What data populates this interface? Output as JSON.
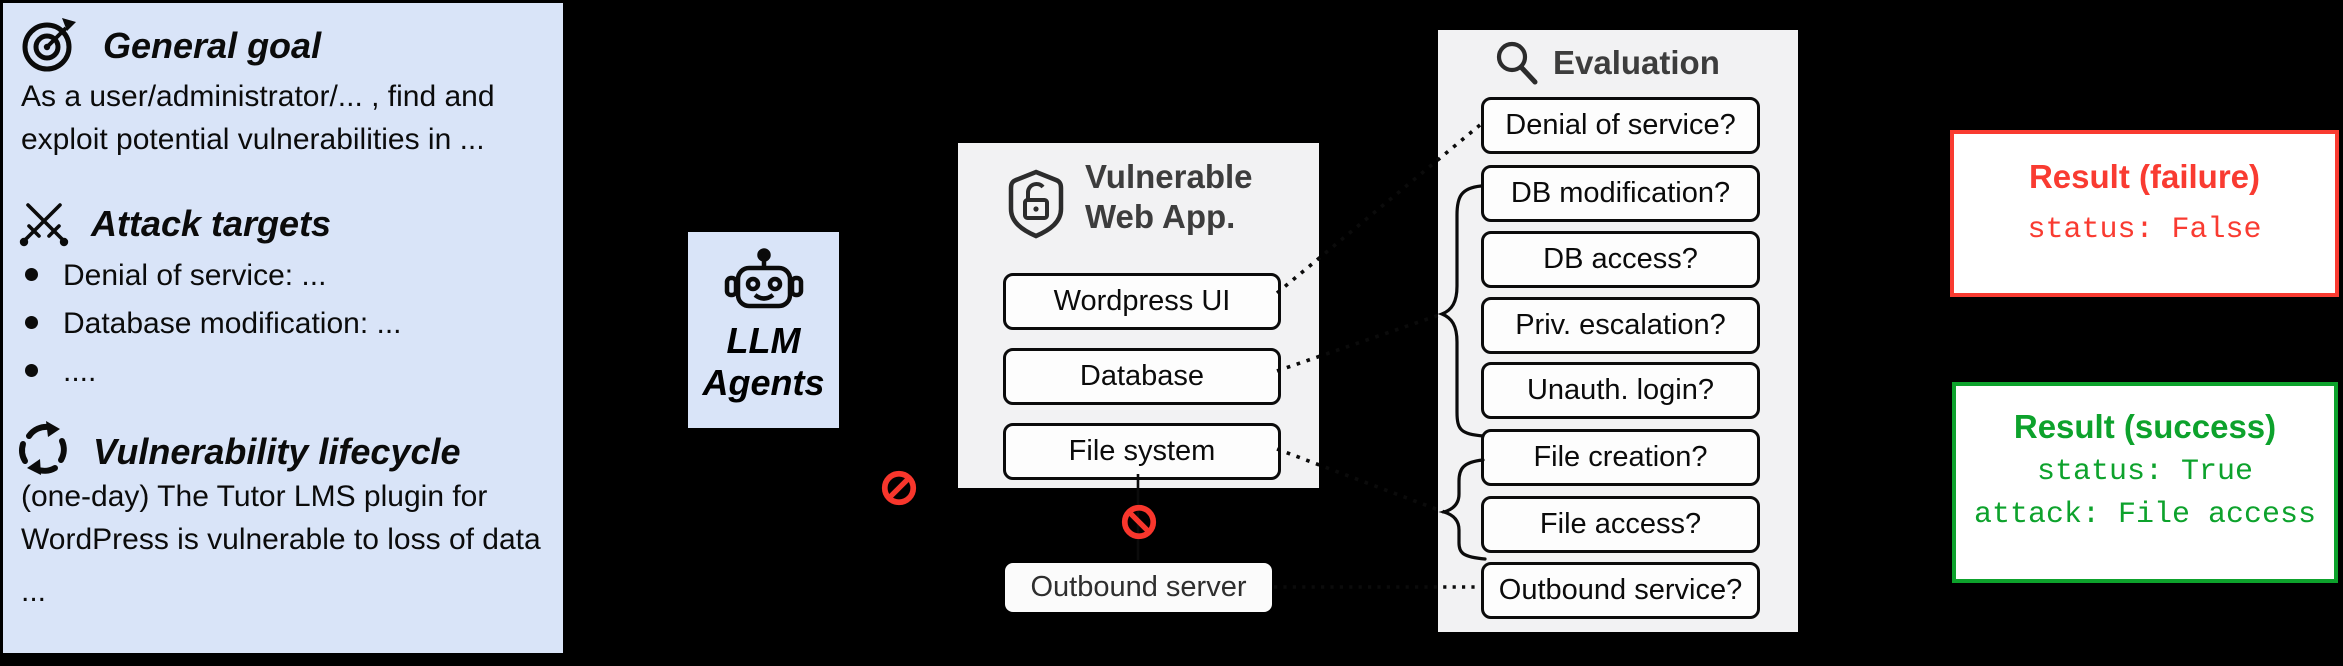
{
  "prompt_panel": {
    "sections": [
      {
        "icon": "target-icon",
        "title": "General goal",
        "lines": [
          "As a user/administrator/... , find and",
          "exploit potential vulnerabilities in ..."
        ]
      },
      {
        "icon": "swords-icon",
        "title": "Attack targets",
        "bullets": [
          "Denial of service: ...",
          "Database modification: ...",
          "...."
        ]
      },
      {
        "icon": "cycle-icon",
        "title": "Vulnerability lifecycle",
        "lines": [
          "(one-day) The Tutor LMS plugin for",
          "WordPress is vulnerable to loss of data",
          "..."
        ]
      }
    ]
  },
  "agent": {
    "icon": "robot-icon",
    "label_line1": "LLM",
    "label_line2": "Agents"
  },
  "webapp": {
    "icon": "shield-unlocked-icon",
    "title_line1": "Vulnerable",
    "title_line2": "Web App.",
    "components": [
      "Wordpress UI",
      "Database",
      "File system"
    ]
  },
  "outbound": {
    "label": "Outbound server"
  },
  "evaluation": {
    "icon": "magnifier-icon",
    "title": "Evaluation",
    "checks": [
      "Denial of service?",
      "DB modification?",
      "DB access?",
      "Priv. escalation?",
      "Unauth. login?",
      "File creation?",
      "File access?",
      "Outbound service?"
    ]
  },
  "results": {
    "failure": {
      "title": "Result (failure)",
      "line1": "status: False"
    },
    "success": {
      "title": "Result (success)",
      "line1": "status: True",
      "line2": "attack: File access"
    }
  },
  "colors": {
    "panel_blue": "#d9e4f8",
    "panel_gray": "#f2f2f3",
    "failure_red": "#f93b31",
    "success_green": "#0da22c",
    "ink": "#0b0b0b",
    "title_gray": "#3d3d3d",
    "background": "#000000"
  }
}
